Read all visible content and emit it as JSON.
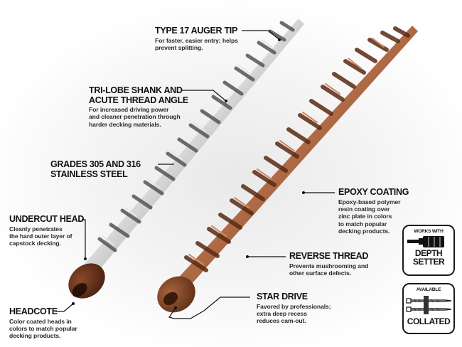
{
  "image": {
    "subject": "Two deck screws (stainless steel and epoxy-coated brown) with feature callouts",
    "colors": {
      "stainless": "#a8a8a8",
      "brown_coating": "#8a4a28",
      "headcote": "#5e2d1a",
      "text": "#141414"
    }
  },
  "callouts": {
    "auger_tip": {
      "title": "TYPE 17 AUGER TIP",
      "desc": [
        "For faster, easier entry; helps",
        "prevent splitting."
      ]
    },
    "tri_lobe": {
      "title": [
        "TRI-LOBE SHANK AND",
        "ACUTE THREAD ANGLE"
      ],
      "desc": [
        "For increased driving power",
        "and cleaner penetration through",
        "harder decking materials."
      ]
    },
    "grades": {
      "title": [
        "GRADES 305 AND 316",
        "STAINLESS STEEL"
      ]
    },
    "undercut": {
      "title": "UNDERCUT HEAD",
      "desc": [
        "Cleanly penetrates",
        "the hard outer layer of",
        "capstock decking."
      ]
    },
    "headcote": {
      "title": "HEADCOTE",
      "desc": [
        "Color coated heads in",
        "colors to match popular",
        "decking products."
      ]
    },
    "epoxy": {
      "title": "EPOXY COATING",
      "desc": [
        "Epoxy-based polymer",
        "resin coating over",
        "zinc plate in colors",
        "to match popular",
        "decking products."
      ]
    },
    "reverse": {
      "title": "REVERSE THREAD",
      "desc": [
        "Prevents mushrooming and",
        "other surface defects."
      ]
    },
    "star_drive": {
      "title": "STAR DRIVE",
      "desc": [
        "Favored by professionals;",
        "extra deep recess",
        "reduces cam-out."
      ]
    }
  },
  "badges": {
    "depth_setter": {
      "top": "WORKS WITH",
      "line1": "DEPTH",
      "line2": "SETTER",
      "icon": "depth-setter-bit-icon"
    },
    "collated": {
      "top": "AVAILABLE",
      "line1": "COLLATED",
      "icon": "collated-screws-icon"
    }
  }
}
